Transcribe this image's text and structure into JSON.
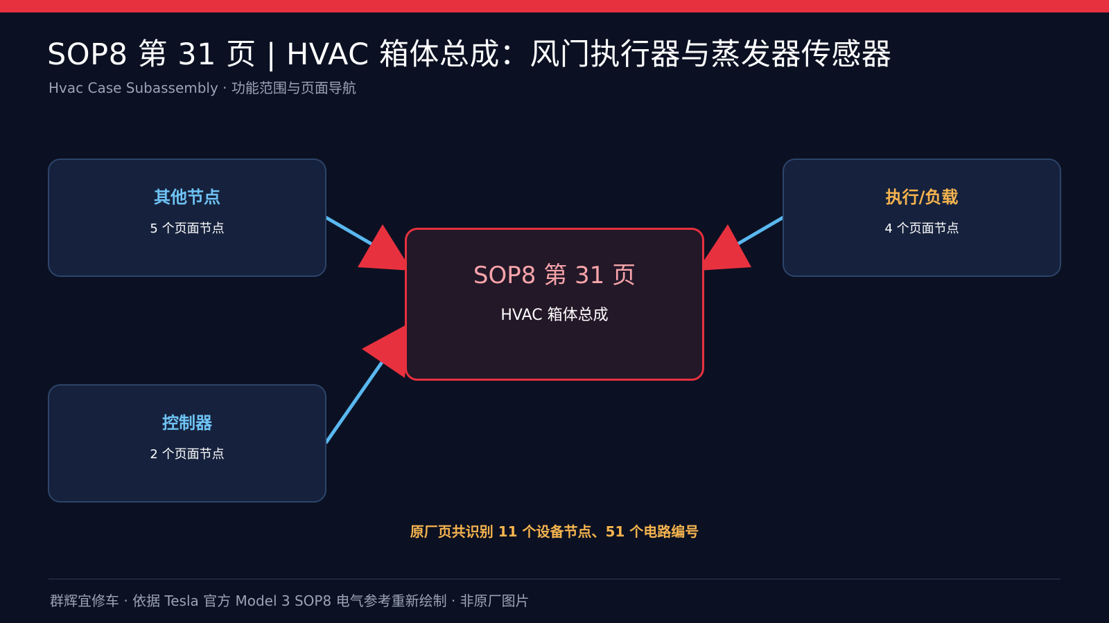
{
  "header": {
    "title": "SOP8 第 31 页 | HVAC 箱体总成：风门执行器与蒸发器传感器",
    "subtitle": "Hvac Case Subassembly · 功能范围与页面导航"
  },
  "diagram": {
    "center": {
      "title": "SOP8 第 31 页",
      "subtitle": "HVAC 箱体总成"
    },
    "nodes": [
      {
        "title": "其他节点",
        "count_label": "5 个页面节点"
      },
      {
        "title": "执行/负载",
        "count_label": "4 个页面节点"
      },
      {
        "title": "控制器",
        "count_label": "2 个页面节点"
      }
    ],
    "summary": "原厂页共识别 11 个设备节点、51 个电路编号"
  },
  "footer": {
    "text": "群辉宜修车 · 依据 Tesla 官方 Model 3 SOP8 电气参考重新绘制 · 非原厂图片"
  },
  "colors": {
    "accent": "#e8313f",
    "background": "#0b1122",
    "node_fill": "#16223d",
    "node_border": "#2d446a",
    "link_blue": "#5ab8f0",
    "highlight_orange": "#f6b44f",
    "center_title": "#f7a4aa"
  }
}
